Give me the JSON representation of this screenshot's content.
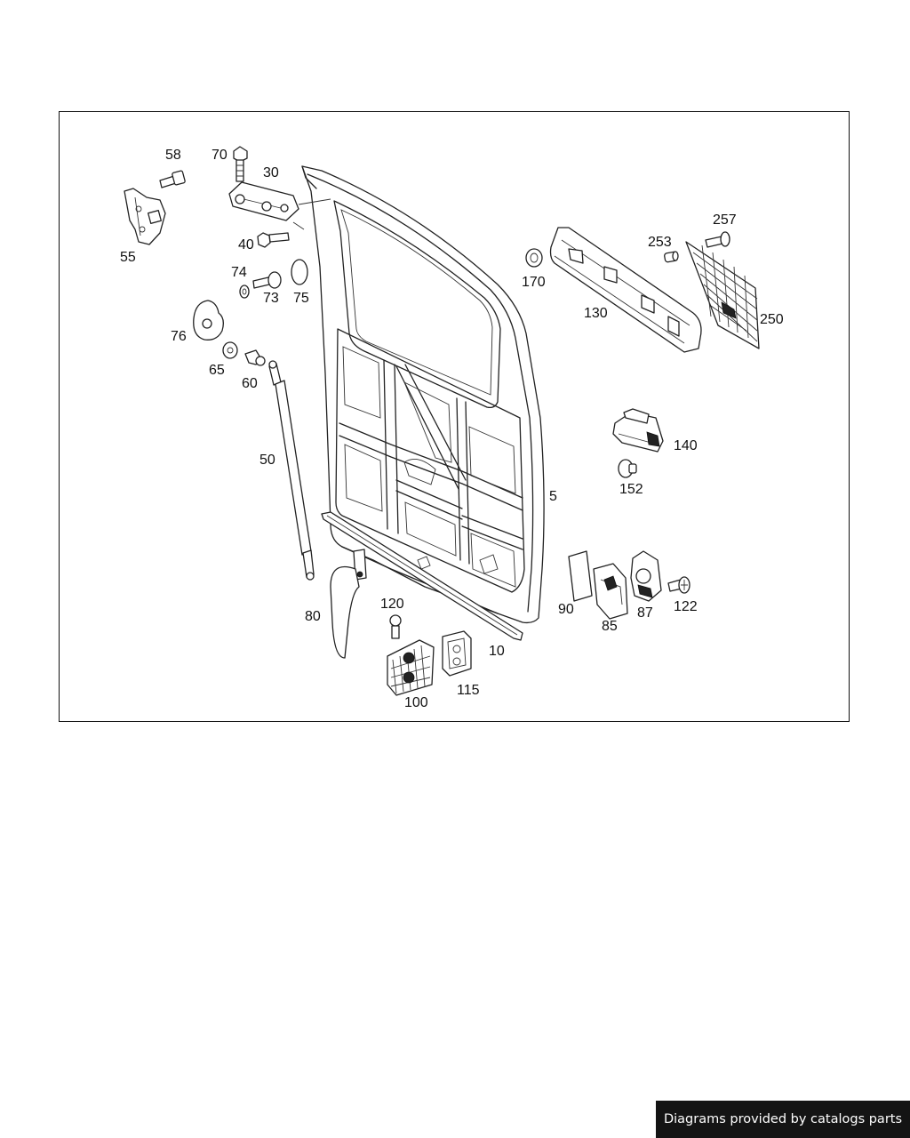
{
  "diagram": {
    "parts": [
      {
        "id": "p58",
        "label": "58"
      },
      {
        "id": "p70",
        "label": "70"
      },
      {
        "id": "p30",
        "label": "30"
      },
      {
        "id": "p55",
        "label": "55"
      },
      {
        "id": "p40",
        "label": "40"
      },
      {
        "id": "p74",
        "label": "74"
      },
      {
        "id": "p73",
        "label": "73"
      },
      {
        "id": "p75",
        "label": "75"
      },
      {
        "id": "p76",
        "label": "76"
      },
      {
        "id": "p65",
        "label": "65"
      },
      {
        "id": "p60",
        "label": "60"
      },
      {
        "id": "p50",
        "label": "50"
      },
      {
        "id": "p170",
        "label": "170"
      },
      {
        "id": "p130",
        "label": "130"
      },
      {
        "id": "p253",
        "label": "253"
      },
      {
        "id": "p257",
        "label": "257"
      },
      {
        "id": "p250",
        "label": "250"
      },
      {
        "id": "p140",
        "label": "140"
      },
      {
        "id": "p152",
        "label": "152"
      },
      {
        "id": "p5",
        "label": "5"
      },
      {
        "id": "p90",
        "label": "90"
      },
      {
        "id": "p85",
        "label": "85"
      },
      {
        "id": "p87",
        "label": "87"
      },
      {
        "id": "p122",
        "label": "122"
      },
      {
        "id": "p80",
        "label": "80"
      },
      {
        "id": "p120",
        "label": "120"
      },
      {
        "id": "p10",
        "label": "10"
      },
      {
        "id": "p115",
        "label": "115"
      },
      {
        "id": "p100",
        "label": "100"
      }
    ]
  },
  "footer": {
    "credit": "Diagrams provided by catalogs parts"
  }
}
